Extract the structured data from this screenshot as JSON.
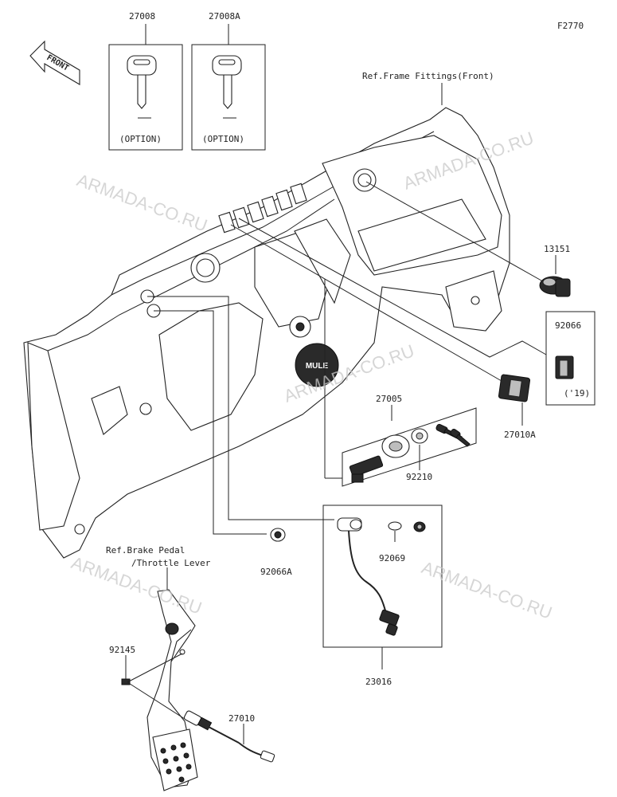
{
  "figure_code": "F2770",
  "front_label": "FRONT",
  "watermark": "ARMADA-CO.RU",
  "references": {
    "frame": "Ref.Frame Fittings(Front)",
    "brake_line1": "Ref.Brake Pedal",
    "brake_line2": "/Throttle Lever"
  },
  "parts": {
    "p27008": "27008",
    "p27008A": "27008A",
    "option1": "(OPTION)",
    "option2": "(OPTION)",
    "p13151": "13151",
    "p92066": "92066",
    "p92066_year": "('19)",
    "p27010A": "27010A",
    "p27005": "27005",
    "p92210": "92210",
    "p92066A": "92066A",
    "p92069": "92069",
    "p23016": "23016",
    "p92145": "92145",
    "p27010": "27010"
  },
  "dash_badge": "MULE",
  "colors": {
    "line": "#222222",
    "watermark": "#c9c9c9"
  }
}
